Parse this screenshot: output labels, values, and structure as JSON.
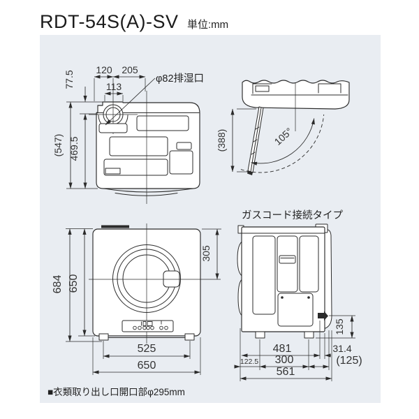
{
  "colors": {
    "page_bg": "#ffffff",
    "panel_bg": "#e9edf2",
    "line": "#2b2b2b",
    "text": "#333333"
  },
  "header": {
    "model": "RDT-54S(A)-SV",
    "unit": "単位:mm"
  },
  "top_view": {
    "exhaust_label": "φ82排湿口",
    "dim_duct_height": "77.5",
    "dim_120": "120",
    "dim_205": "205",
    "dim_113": "113",
    "dim_total_depth": "(547)",
    "dim_depth": "469.5"
  },
  "door_view": {
    "dim_door_height": "(388)",
    "angle": "105°"
  },
  "front_view": {
    "dim_total_height": "684",
    "dim_body_height": "650",
    "dim_door_center": "305",
    "dim_feet_span": "525",
    "dim_width": "650"
  },
  "rear_view": {
    "label": "ガスコード接続タイプ",
    "dim_gas_height": "135",
    "dim_481": "481",
    "dim_314": "31.4",
    "dim_1225": "122.5",
    "dim_300": "300",
    "dim_125": "(125)",
    "dim_561": "561"
  },
  "footnote": {
    "text": "■衣類取り出し口開口部φ295mm"
  }
}
